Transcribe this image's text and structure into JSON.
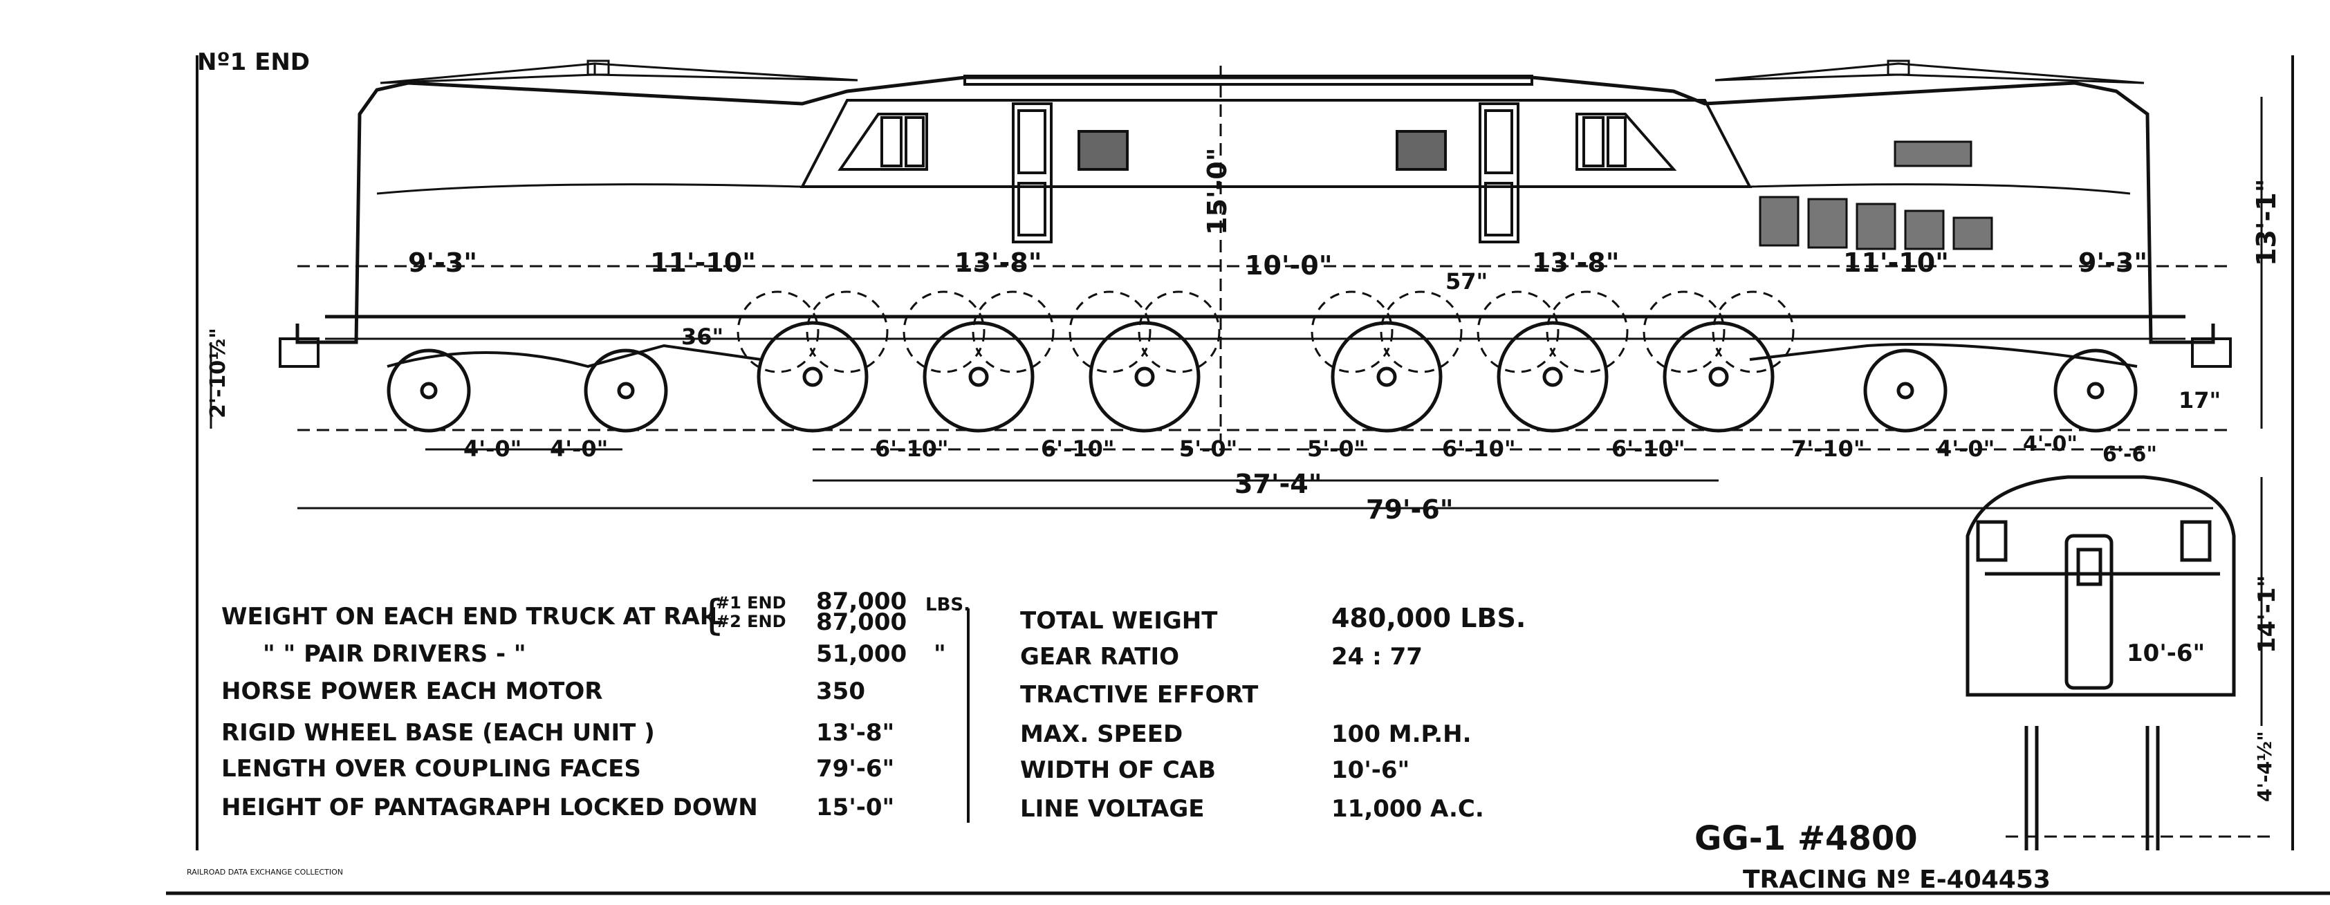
{
  "header": {
    "end_label": "Nº1 END"
  },
  "dimensions": {
    "top": [
      "9'-3\"",
      "11'-10\"",
      "13'-8\"",
      "10'-0\"",
      "13'-8\"",
      "11'-10\"",
      "9'-3\""
    ],
    "height_total": "15'-0\"",
    "height_body": "13'-1\"",
    "angle_36": "36\"",
    "angle_57": "57\"",
    "coupler_height": "2'-10½\"",
    "right_offset": "17\"",
    "wheels": [
      "4'-0\"",
      "4'-0\"",
      "6'-10\"",
      "6'-10\"",
      "5'-0\"",
      "5'-0\"",
      "6'-10\"",
      "6'-10\"",
      "7'-10\"",
      "4'-0\"",
      "4'-0\"",
      "6'-6\""
    ],
    "rigid_span": "37'-4\"",
    "overall": "79'-6\"",
    "end_view_width": "10'-6\"",
    "end_view_height": "14'-1\"",
    "end_view_pantograph": "4'-4½\""
  },
  "specs_left": [
    {
      "label": "WEIGHT ON EACH END TRUCK AT RAIL",
      "sub": [
        "#1 END",
        "#2 END"
      ],
      "values": [
        "87,000",
        "87,000"
      ],
      "unit": "LBS."
    },
    {
      "label": "\"     \"     PAIR DRIVERS -  \"",
      "value": "51,000",
      "unit": "\""
    },
    {
      "label": "HORSE POWER EACH MOTOR",
      "value": "350"
    },
    {
      "label": "RIGID WHEEL BASE (EACH UNIT )",
      "value": "13'-8\""
    },
    {
      "label": "LENGTH OVER COUPLING FACES",
      "value": "79'-6\""
    },
    {
      "label": "HEIGHT OF PANTAGRAPH LOCKED DOWN",
      "value": "15'-0\""
    }
  ],
  "specs_right": [
    {
      "label": "TOTAL WEIGHT",
      "value": "480,000 LBS."
    },
    {
      "label": "GEAR RATIO",
      "value": "24 : 77"
    },
    {
      "label": "TRACTIVE EFFORT",
      "value": ""
    },
    {
      "label": "MAX. SPEED",
      "value": "100 M.P.H."
    },
    {
      "label": "WIDTH OF CAB",
      "value": "10'-6\""
    },
    {
      "label": "LINE VOLTAGE",
      "value": "11,000 A.C."
    }
  ],
  "footer": {
    "model": "GG-1 #4800",
    "tracing": "TRACING Nº E-404453",
    "collection": "RAILROAD DATA EXCHANGE COLLECTION"
  }
}
